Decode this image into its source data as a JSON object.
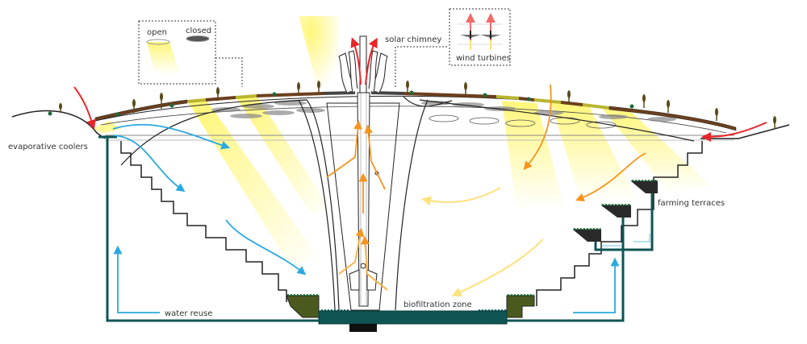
{
  "labels": {
    "open": "open",
    "closed": "closed",
    "solar_chimney": "solar chimney",
    "wind_turbines": "wind turbines",
    "evaporative_coolers": "evaporative coolers",
    "farming_terraces": "farming terraces",
    "water_reuse": "water reuse",
    "biofiltration_zone": "biofiltration zone"
  },
  "colors": {
    "sunlight": "#fff56a",
    "hot_air": "#e8262a",
    "cool_air": "#29a9e0",
    "warm_air": "#f7941d",
    "mild_air": "#fde27d",
    "water_pipe": "#0f5553",
    "roof_brown": "#6b3f1d",
    "roof_glass": "#b9b52f",
    "planter": "#4a5a1f",
    "terrace_dark": "#2a2a2a",
    "plant_green": "#1f6b3a",
    "structure": "#222222"
  }
}
